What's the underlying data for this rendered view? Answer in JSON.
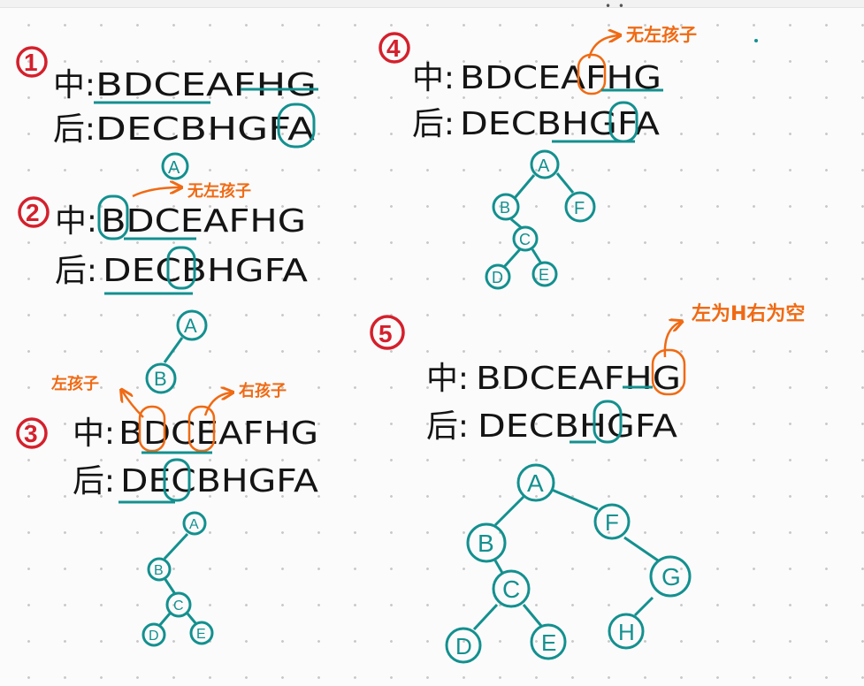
{
  "steps": [
    {
      "number": "1",
      "inorder_label": "中:",
      "inorder": "BDCEAFHG",
      "postorder_label": "后:",
      "postorder": "DECBHGFA"
    },
    {
      "number": "2",
      "inorder_label": "中:",
      "inorder": "BDCEAFHG",
      "postorder_label": "后:",
      "postorder": "DECBHGFA",
      "note": "无左孩子",
      "tree": [
        "A",
        "B"
      ]
    },
    {
      "number": "3",
      "inorder_label": "中:",
      "inorder": "BDCEAFHG",
      "postorder_label": "后:",
      "postorder": "DECBHGFA",
      "note_left": "左孩子",
      "note_right": "右孩子",
      "tree": [
        "A",
        "B",
        "C",
        "D",
        "E"
      ]
    },
    {
      "number": "4",
      "inorder_label": "中:",
      "inorder": "BDCEAFHG",
      "postorder_label": "后:",
      "postorder": "DECBHGFA",
      "note": "无左孩子",
      "tree": [
        "A",
        "B",
        "F",
        "C",
        "D",
        "E"
      ]
    },
    {
      "number": "5",
      "inorder_label": "中:",
      "inorder": "BDCEAFHG",
      "postorder_label": "后:",
      "postorder": "DECBHGFA",
      "note": "左为H右为空",
      "tree": [
        "A",
        "B",
        "F",
        "C",
        "G",
        "D",
        "E",
        "H"
      ]
    }
  ],
  "colors": {
    "ink": "#141414",
    "step_marker": "#d4202c",
    "tree": "#13908f",
    "annotation": "#f06a13"
  }
}
